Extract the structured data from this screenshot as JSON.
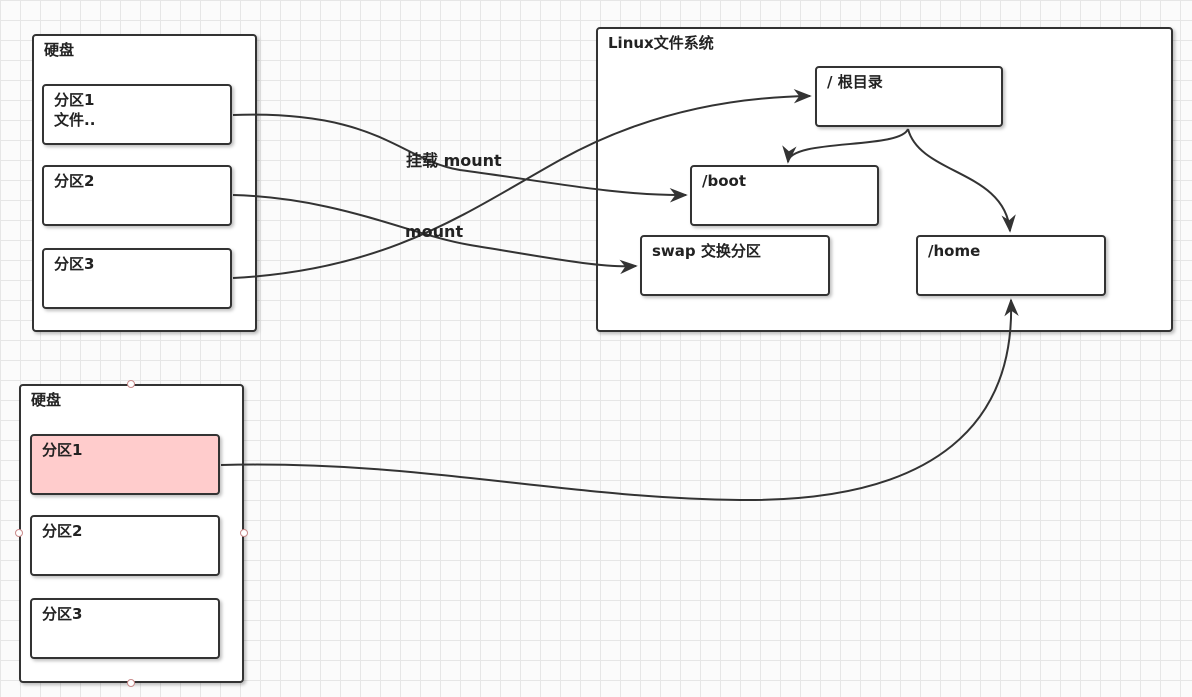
{
  "disk1": {
    "title": "硬盘",
    "partitions": [
      {
        "label": "分区1\n文件.."
      },
      {
        "label": "分区2"
      },
      {
        "label": "分区3"
      }
    ]
  },
  "disk2": {
    "title": "硬盘",
    "partitions": [
      {
        "label": "分区1"
      },
      {
        "label": "分区2"
      },
      {
        "label": "分区3"
      }
    ]
  },
  "linux": {
    "title": "Linux文件系统",
    "nodes": {
      "root": "/ 根目录",
      "boot": "/boot",
      "swap": "swap 交换分区",
      "home": "/home"
    }
  },
  "edges": {
    "mount1": "挂载 mount",
    "mount2": "mount"
  },
  "colors": {
    "highlight": "#ffcccc",
    "stroke": "#333333"
  }
}
